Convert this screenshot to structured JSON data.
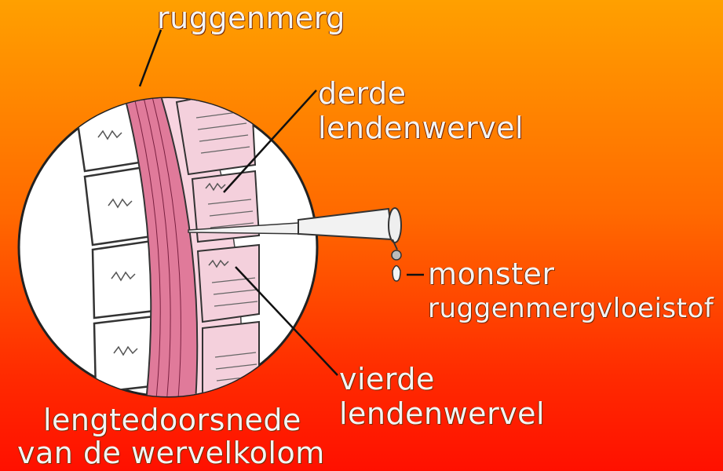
{
  "labels": {
    "spinal_cord": "ruggenmerg",
    "third_vertebra_line1": "derde",
    "third_vertebra_line2": "lendenwervel",
    "sample_line1": "monster",
    "sample_line2": "ruggenmergvloeistof",
    "fourth_vertebra_line1": "vierde",
    "fourth_vertebra_line2": "lendenwervel",
    "caption_line1": "lengtedoorsnede",
    "caption_line2": "van de wervelkolom"
  },
  "colors": {
    "background_top": "#ffa000",
    "background_bottom": "#ff1000",
    "spinal_cord": "#e07a9a",
    "meninges": "#f8d4e0",
    "label_text": "#f4f4f4"
  }
}
